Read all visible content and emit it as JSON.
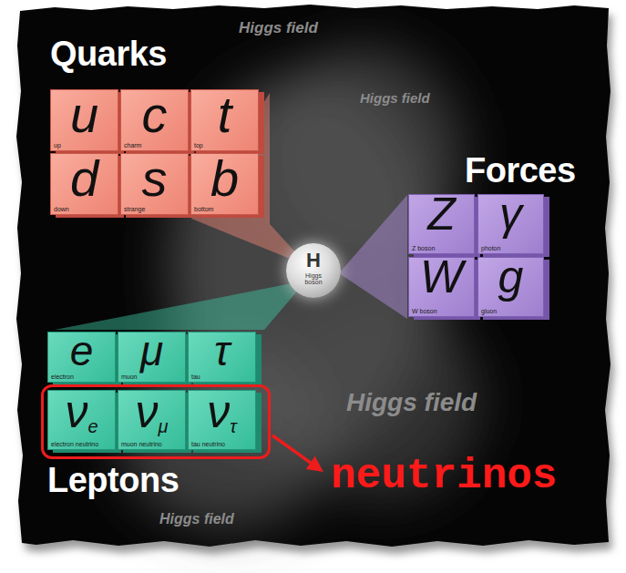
{
  "diagram": {
    "nodes": [
      {
        "text": [
          "Quarks"
        ]
      },
      {
        "text": [
          "u",
          "up"
        ],
        "in": 0
      },
      {
        "text": [
          "c",
          "charm"
        ],
        "in": 0
      },
      {
        "text": [
          "t",
          "top"
        ],
        "in": 0
      },
      {
        "text": [
          "d",
          "down"
        ],
        "in": 0
      },
      {
        "text": [
          "s",
          "strange"
        ],
        "in": 0
      },
      {
        "text": [
          "b",
          "bottom"
        ],
        "in": 0
      },
      {
        "text": [
          "Forces"
        ]
      },
      {
        "text": [
          "Z",
          "Z boson"
        ],
        "in": 7
      },
      {
        "text": [
          "γ",
          "photon"
        ],
        "in": 7
      },
      {
        "text": [
          "W",
          "W boson"
        ],
        "in": 7
      },
      {
        "text": [
          "g",
          "gluon"
        ],
        "in": 7
      },
      {
        "text": [
          "H",
          "Higgs boson"
        ]
      },
      {
        "text": [
          "Leptons"
        ]
      },
      {
        "text": [
          "e",
          "electron"
        ],
        "in": 13
      },
      {
        "text": [
          "μ",
          "muon"
        ],
        "in": 13
      },
      {
        "text": [
          "τ",
          "tau"
        ],
        "in": 13
      },
      {
        "text": [
          "neutrinos"
        ],
        "in": 13
      },
      {
        "text": [
          "νe",
          "electron neutrino"
        ],
        "in": 17
      },
      {
        "text": [
          "νμ",
          "muon neutrino"
        ],
        "in": 17
      },
      {
        "text": [
          "ντ",
          "tau neutrino"
        ],
        "in": 17
      }
    ],
    "labels": [
      "Higgs field",
      "Higgs field",
      "Higgs field",
      "Higgs field"
    ]
  }
}
